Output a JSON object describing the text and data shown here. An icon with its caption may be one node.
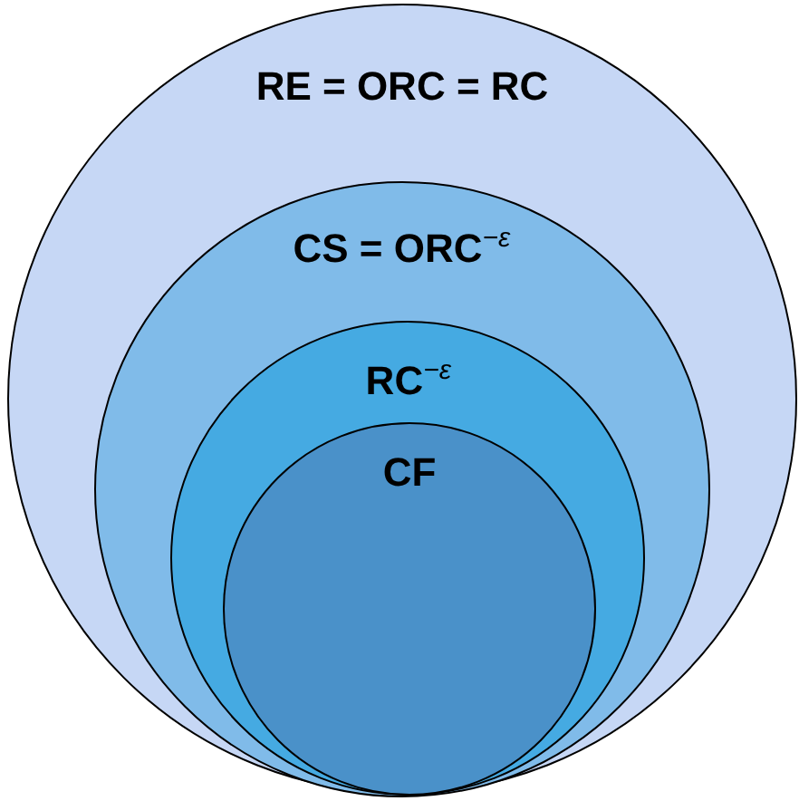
{
  "diagram": {
    "nodes": [
      {
        "text": [
          "RE = ORC = RC"
        ]
      },
      {
        "text": [
          "CS = ORC$^{−ε}$"
        ],
        "in": 0
      },
      {
        "text": [
          "RC$^{−ε}$"
        ],
        "in": 1
      },
      {
        "text": [
          "CF"
        ],
        "in": 2
      }
    ]
  }
}
